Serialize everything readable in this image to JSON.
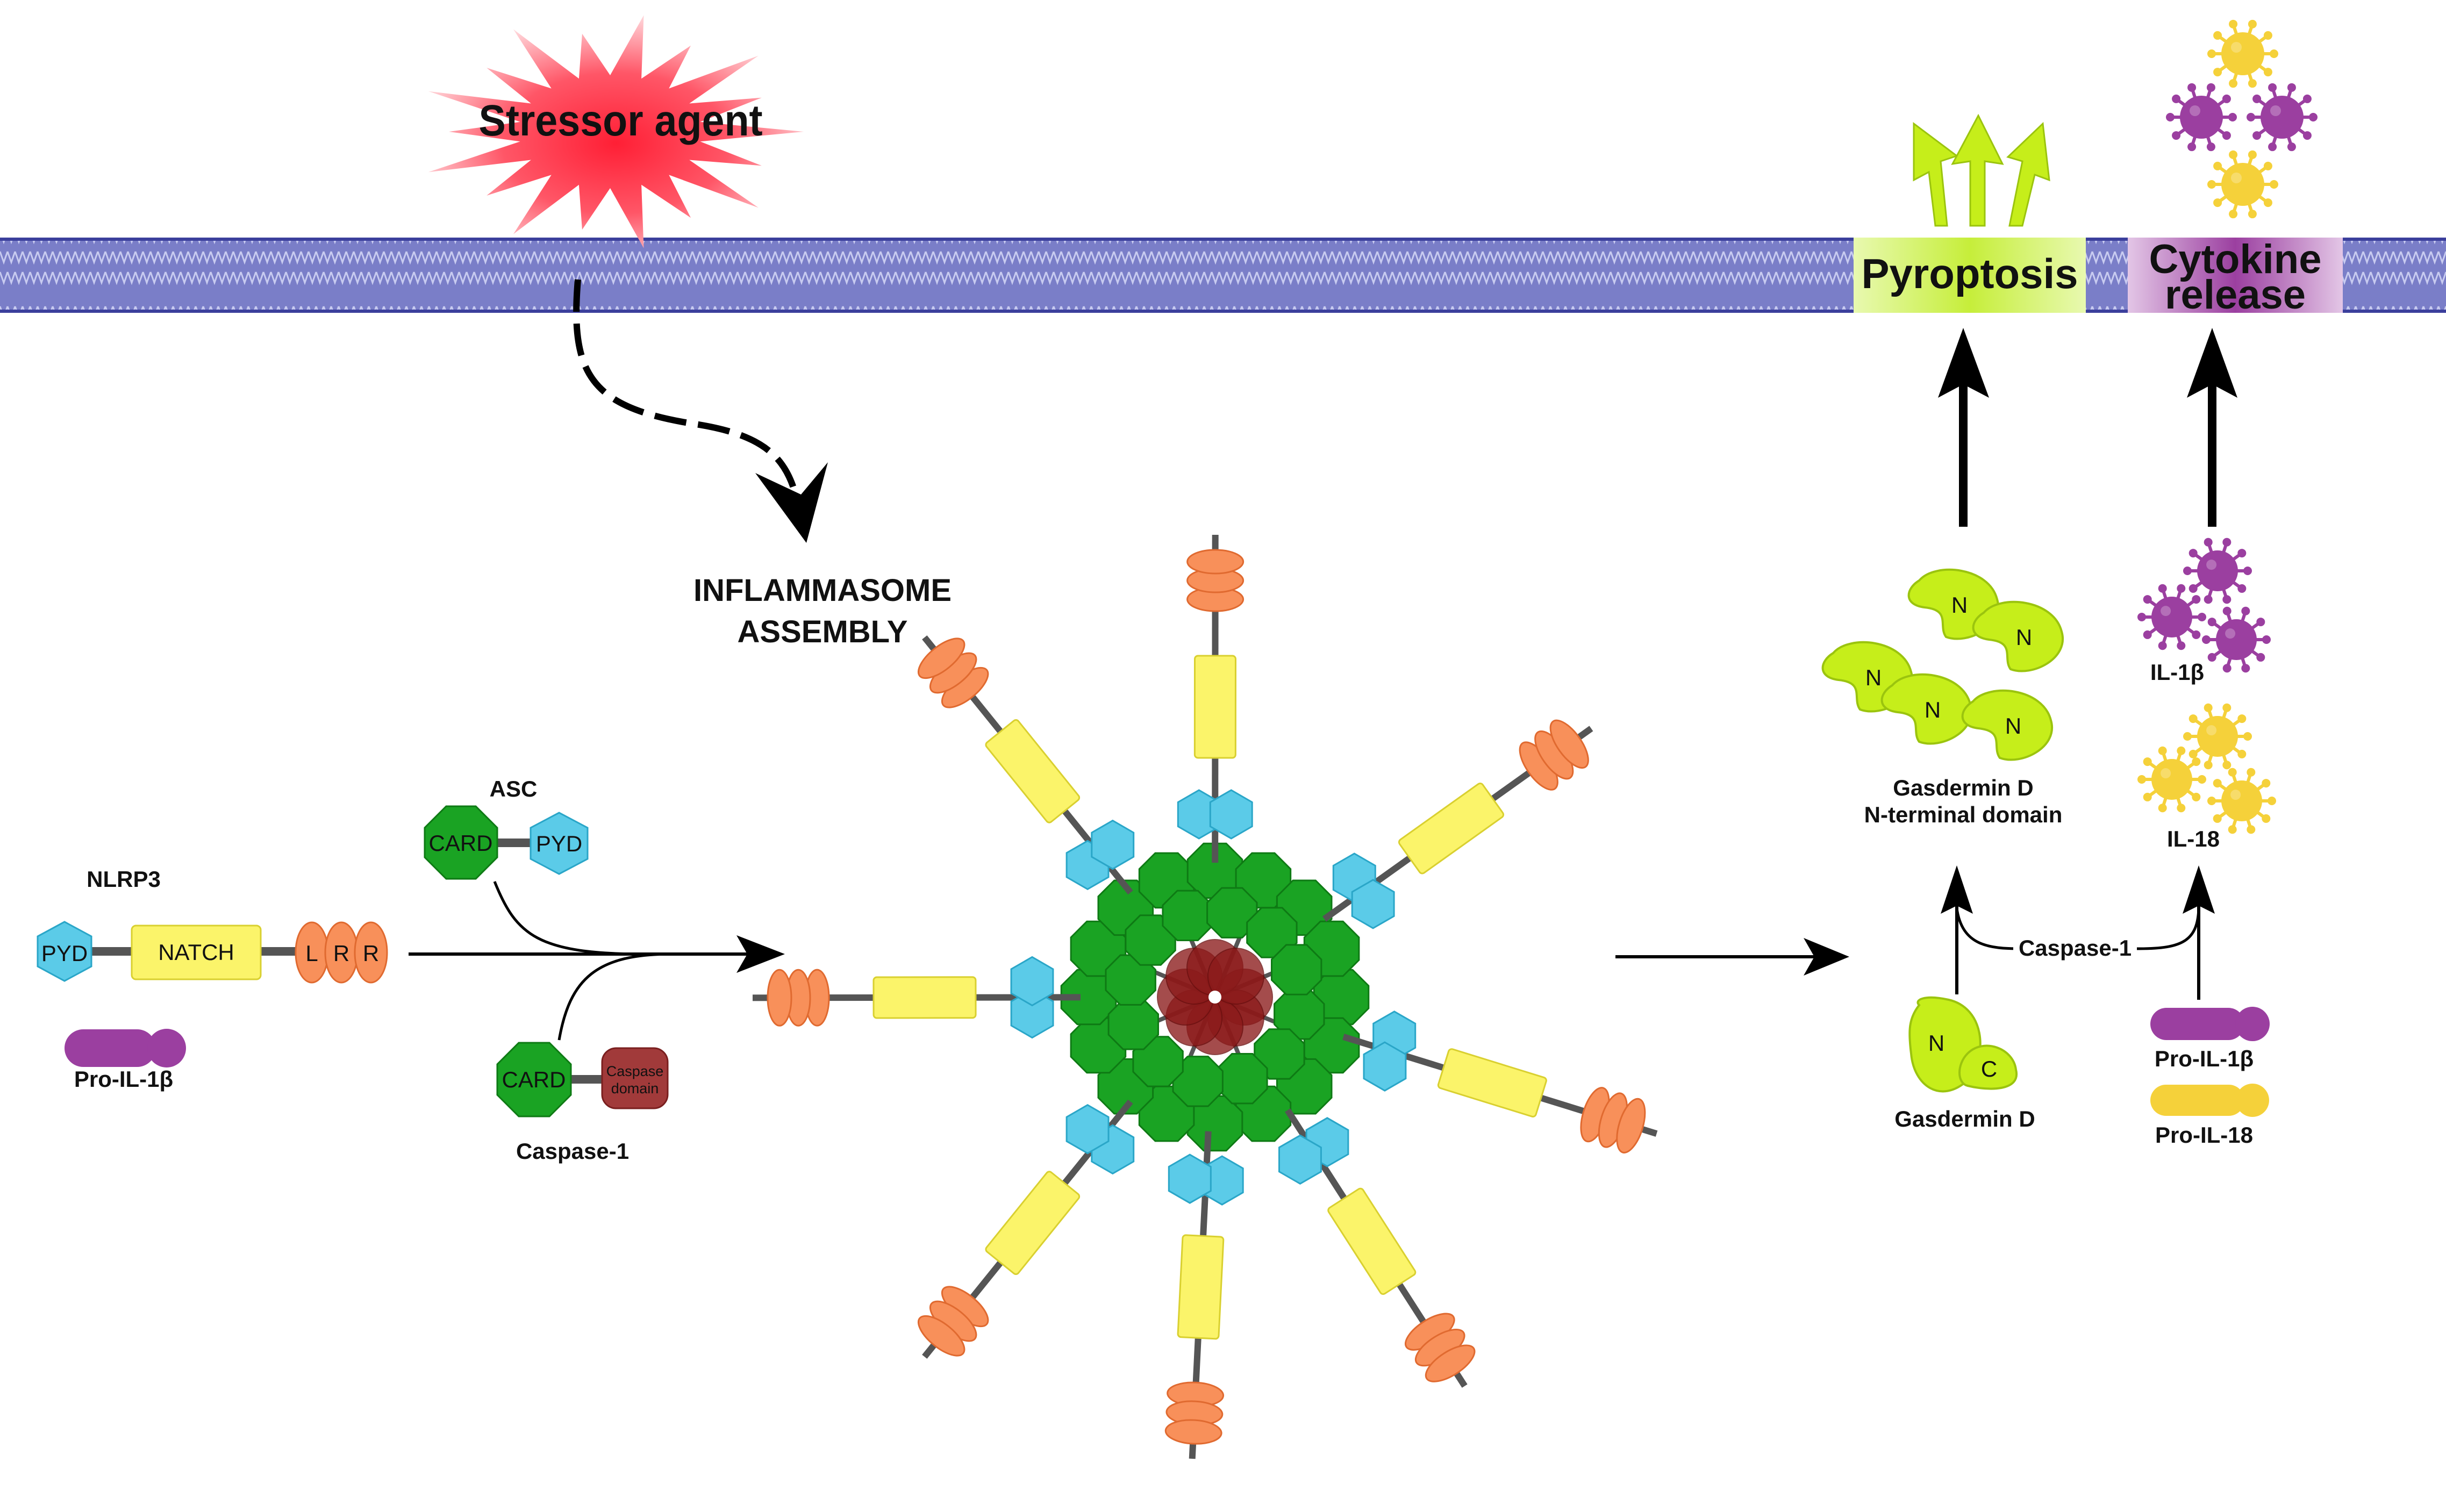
{
  "membrane": {
    "stressor_label": "Stressor agent",
    "pyroptosis_label": "Pyroptosis",
    "cytokine_label_line1": "Cytokine",
    "cytokine_label_line2": "release"
  },
  "assembly": {
    "title_line1": "INFLAMMASOME",
    "title_line2": "ASSEMBLY"
  },
  "nlrp3": {
    "name": "NLRP3",
    "pyd": "PYD",
    "natch": "NATCH",
    "lrr": [
      "L",
      "R",
      "R"
    ]
  },
  "pro_il1b_left": "Pro-IL-1β",
  "asc": {
    "name": "ASC",
    "card": "CARD",
    "pyd": "PYD"
  },
  "caspase1": {
    "name": "Caspase-1",
    "card": "CARD",
    "domain_line1": "Caspase",
    "domain_line2": "domain"
  },
  "gasdermin": {
    "nterm_label_line1": "Gasdermin D",
    "nterm_label_line2": "N-terminal domain",
    "n": "N",
    "c": "C",
    "full_label": "Gasdermin D"
  },
  "cleavage_label": "Caspase-1",
  "cytokines": {
    "il1b": "IL-1β",
    "il18": "IL-18",
    "pro_il1b": "Pro-IL-1β",
    "pro_il18": "Pro-IL-18"
  },
  "colors": {
    "membrane": "#3b3f9c",
    "stressor": "#ff2a3c",
    "pyd": "#5bcbe8",
    "natch": "#fbf46a",
    "lrr": "#f8905a",
    "card": "#1aa323",
    "caspase_core": "#8b1a1a",
    "il1b": "#9b3fa0",
    "il18": "#f5d13a",
    "gasdermin": "#c6ee1a"
  }
}
